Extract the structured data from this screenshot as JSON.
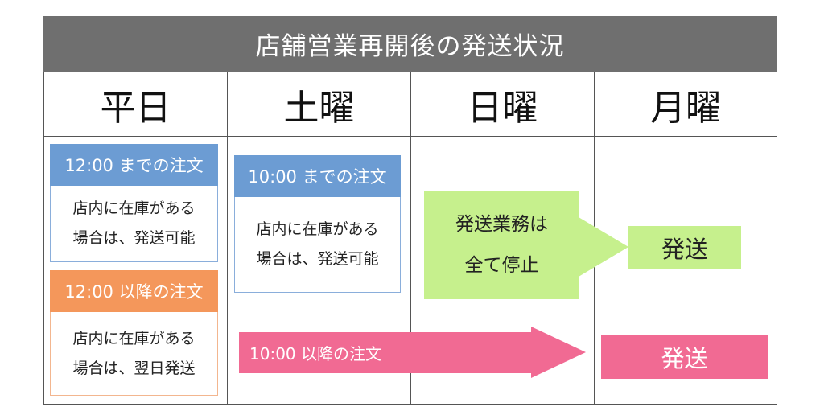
{
  "title": "店舗営業再開後の発送状況",
  "columns": [
    "平日",
    "土曜",
    "日曜",
    "月曜"
  ],
  "weekday": {
    "before": {
      "label": "12:00 までの注文",
      "lines": [
        "店内に在庫がある",
        "場合は、発送可能"
      ]
    },
    "after": {
      "label": "12:00 以降の注文",
      "lines": [
        "店内に在庫がある",
        "場合は、翌日発送"
      ]
    }
  },
  "saturday": {
    "before": {
      "label": "10:00 までの注文",
      "lines": [
        "店内に在庫がある",
        "場合は、発送可能"
      ]
    },
    "after_label": "10:00 以降の注文"
  },
  "sunday": {
    "lines": [
      "発送業務は",
      "全て停止"
    ]
  },
  "monday": {
    "ship_green": "発送",
    "ship_pink": "発送"
  },
  "colors": {
    "title_bg": "#6f6f6f",
    "blue": "#6c9cd3",
    "orange": "#f4975b",
    "green": "#c6f08d",
    "pink": "#f16a93"
  }
}
